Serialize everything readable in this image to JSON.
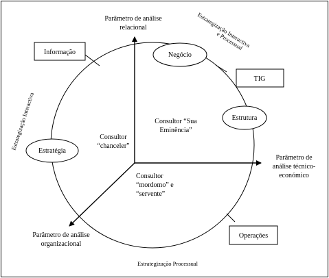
{
  "diagram": {
    "axes": {
      "relational": [
        "Parâmetro de análise",
        "relacional"
      ],
      "technical": [
        "Parâmetro de",
        "análise técnico-",
        "económico"
      ],
      "organizational": [
        "Parâmetro de análise",
        "organizacional"
      ]
    },
    "boxes": {
      "informacao": "Informação",
      "tig": "TIG",
      "operacoes": "Operações"
    },
    "ellipses": {
      "negocio": "Negócio",
      "estrutura": "Estrutura",
      "estrategia": "Estratégia"
    },
    "consultants": {
      "sua_eminencia": [
        "Consultor “Sua",
        "Eminência”"
      ],
      "chanceler": [
        "Consultor",
        "“chanceler”"
      ],
      "mordomo": [
        "Consultor",
        "“mordomo” e",
        "“servente”"
      ]
    },
    "strategic_labels": {
      "interactive_processual": [
        "Estrategização Interactiva",
        "e Processual"
      ],
      "interactive": "Estrategização Interactiva",
      "processual": "Estrategização Processual"
    }
  }
}
